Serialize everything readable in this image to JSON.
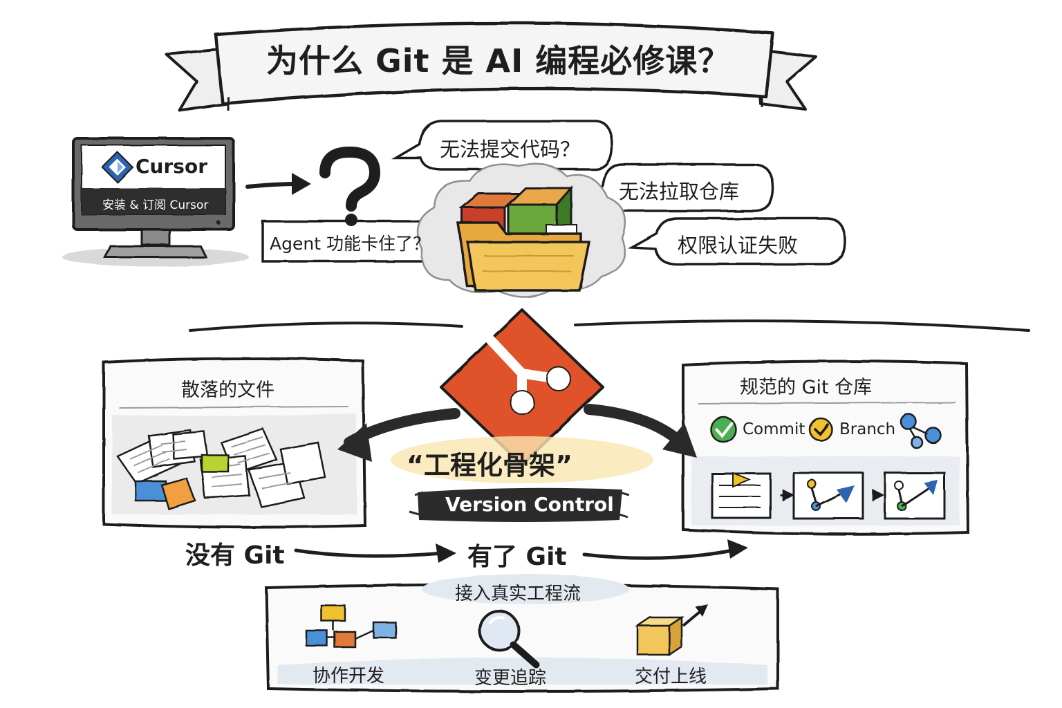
{
  "title": "为什么 Git 是 AI 编程必修课？",
  "monitor": {
    "brand": "Cursor",
    "subtitle": "安装 & 订阅 Cursor"
  },
  "question_mark": "?",
  "problems": [
    "无法提交代码？",
    "无法拉取仓库",
    "权限认证失败",
    "Agent 功能卡住了？"
  ],
  "left_panel": {
    "title": "散落的文件"
  },
  "right_panel": {
    "title": "规范的 Git 仓库",
    "commit_label": "Commit",
    "branch_label": "Branch"
  },
  "center": {
    "tagline": "“工程化骨架”",
    "badge": "Version Control"
  },
  "flow": {
    "before": "没有 Git",
    "after": "有了 Git"
  },
  "bottom_panel": {
    "title": "接入真实工程流",
    "features": [
      {
        "label": "协作开发",
        "icon": "collaboration-diagram-icon"
      },
      {
        "label": "变更追踪",
        "icon": "magnifier-icon"
      },
      {
        "label": "交付上线",
        "icon": "shipping-box-icon"
      }
    ]
  },
  "colors": {
    "git_orange": "#e0532b",
    "folder_yellow": "#f2c65a",
    "commit_green": "#4caf50",
    "branch_yellow": "#f2c12e",
    "sticky_blue": "#4a90d9",
    "sticky_orange": "#f0a040",
    "sticky_green": "#b8d430",
    "ink": "#1e1e1e"
  }
}
